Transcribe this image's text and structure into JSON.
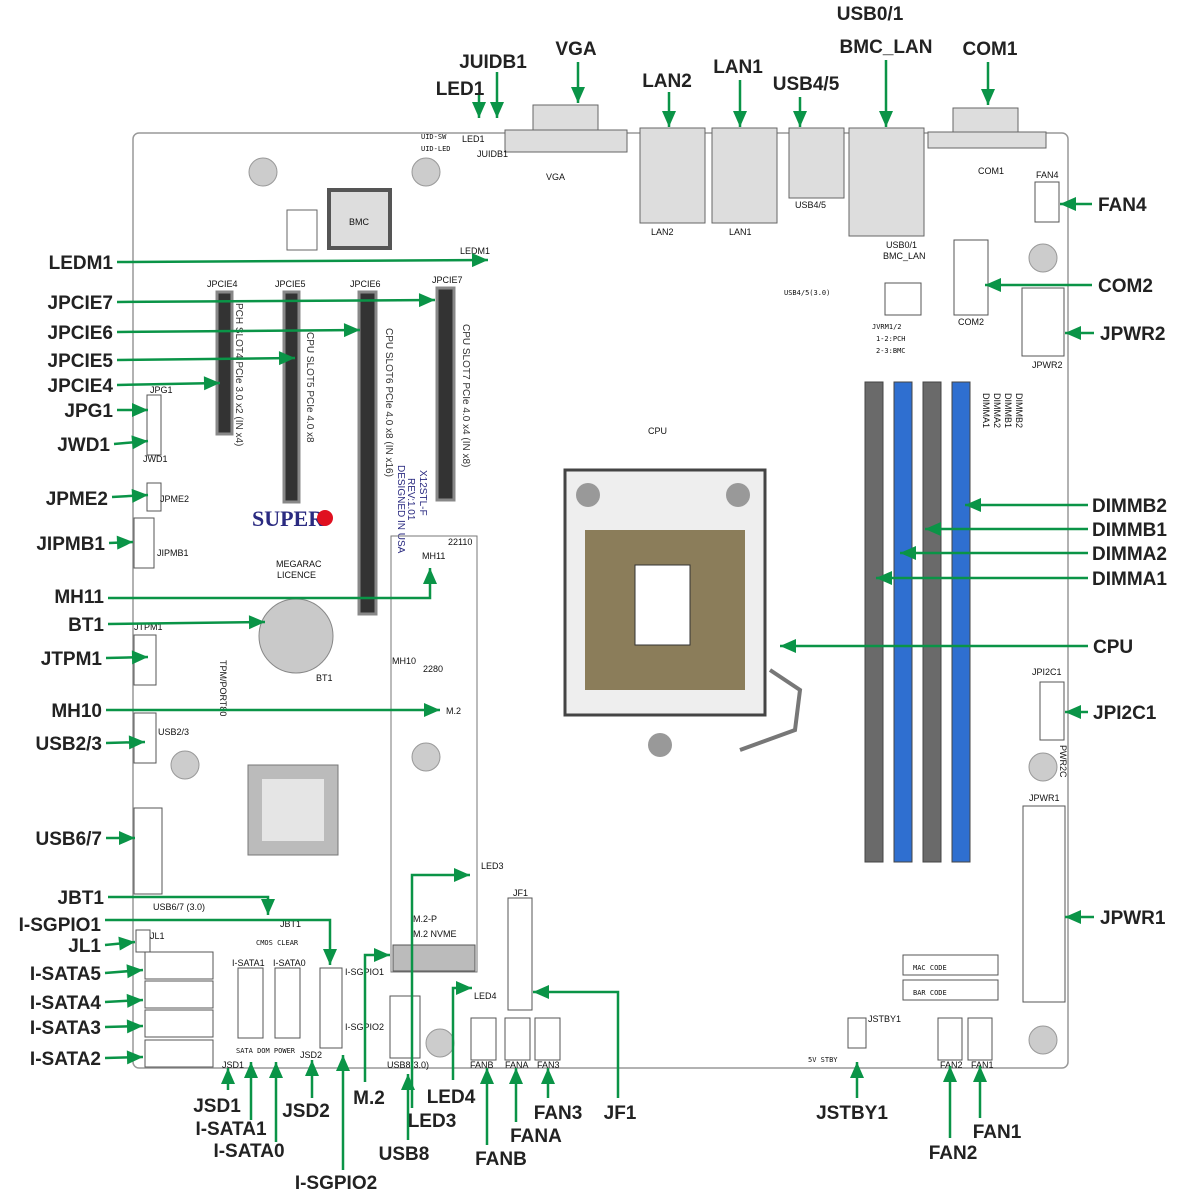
{
  "colors": {
    "arrow": "#0a9447",
    "dimm_blue": "#2f6fd0",
    "dimm_gray": "#6a6a6a",
    "brand_red": "#e01020",
    "brand_navy": "#2a2a80",
    "fc_purple": "#8a2be2"
  },
  "callouts": [
    {
      "label": "LEDM1"
    },
    {
      "label": "JPCIE7"
    },
    {
      "label": "JPCIE6"
    },
    {
      "label": "JPCIE5"
    },
    {
      "label": "JPCIE4"
    },
    {
      "label": "JPG1"
    },
    {
      "label": "JWD1"
    },
    {
      "label": "JPME2"
    },
    {
      "label": "JIPMB1"
    },
    {
      "label": "MH11"
    },
    {
      "label": "BT1"
    },
    {
      "label": "JTPM1"
    },
    {
      "label": "MH10"
    },
    {
      "label": "USB2/3"
    },
    {
      "label": "USB6/7"
    },
    {
      "label": "JBT1"
    },
    {
      "label": "I-SGPIO1"
    },
    {
      "label": "JL1"
    },
    {
      "label": "I-SATA5"
    },
    {
      "label": "I-SATA4"
    },
    {
      "label": "I-SATA3"
    },
    {
      "label": "I-SATA2"
    },
    {
      "label": "JSD1"
    },
    {
      "label": "I-SATA1"
    },
    {
      "label": "I-SATA0"
    },
    {
      "label": "JSD2"
    },
    {
      "label": "I-SGPIO2"
    },
    {
      "label": "M.2"
    },
    {
      "label": "LED3"
    },
    {
      "label": "USB8"
    },
    {
      "label": "LED4"
    },
    {
      "label": "FANB"
    },
    {
      "label": "FANA"
    },
    {
      "label": "FAN3"
    },
    {
      "label": "JF1"
    },
    {
      "label": "JSTBY1"
    },
    {
      "label": "FAN2"
    },
    {
      "label": "FAN1"
    },
    {
      "label": "FAN4"
    },
    {
      "label": "COM2"
    },
    {
      "label": "JPWR2"
    },
    {
      "label": "DIMMB2"
    },
    {
      "label": "DIMMB1"
    },
    {
      "label": "DIMMA2"
    },
    {
      "label": "DIMMA1"
    },
    {
      "label": "CPU"
    },
    {
      "label": "JPI2C1"
    },
    {
      "label": "JPWR1"
    },
    {
      "label": "BMC_LAN"
    },
    {
      "label": "COM1"
    },
    {
      "label": "VGA"
    },
    {
      "label": "JUIDB1"
    },
    {
      "label": "LED1"
    },
    {
      "label": "LAN2"
    },
    {
      "label": "LAN1"
    },
    {
      "label": "USB4/5"
    },
    {
      "label": "USB0/1"
    }
  ],
  "board_labels": [
    "UID-SW",
    "UID-LED",
    "LED1",
    "JUIDB1",
    "VGA",
    "LAN2",
    "LAN1",
    "USB4/5",
    "USB0/1",
    "BMC_LAN",
    "COM1",
    "FAN4",
    "BMC",
    "LEDM1",
    "JPCIE4",
    "JPCIE5",
    "JPCIE6",
    "JPCIE7",
    "USB4/5(3.0)",
    "JVRM1/2",
    "1-2:PCH",
    "2-3:BMC",
    "COM2",
    "JPWR2",
    "CPU",
    "JPG1",
    "JWD1",
    "JPME2",
    "JIPMB1",
    "22110",
    "MH11",
    "MEGARAC",
    "LICENCE",
    "JTPM1",
    "TPM/PORT80",
    "BT1",
    "MH10",
    "2280",
    "M.2",
    "USB2/3",
    "JPI2C1",
    "JPWR1",
    "LED3",
    "USB6/7 (3.0)",
    "JBT1",
    "CMOS CLEAR",
    "JL1",
    "I-SATA1",
    "I-SATA0",
    "I-SGPIO1",
    "I-SGPIO2",
    "M.2-P",
    "M.2 NVME",
    "JF1",
    "LED4",
    "JSD1",
    "JSD2",
    "SATA DOM POWER",
    "USB8(3.0)",
    "FANB",
    "FANA",
    "FAN3",
    "5V STBY",
    "JSTBY1",
    "FAN2",
    "FAN1",
    "MAC CODE",
    "BAR CODE",
    "DIMMB2",
    "DIMMB1",
    "DIMMA2",
    "DIMMA1",
    "JPCIE4",
    "PWR2C"
  ],
  "slots": {
    "slot4": "PCH SLOT4 PCIe 3.0 x2 (IN x4)",
    "slot5": "CPU SLOT5 PCIe 4.0 x8",
    "slot6": "CPU SLOT6 PCIe 4.0 x8 (IN x16)",
    "slot7": "CPU SLOT7 PCIe 4.0 x4 (IN x8)"
  },
  "board_model": {
    "name": "X12STL-F",
    "rev": "REV:1.01",
    "origin": "DESIGNED IN USA"
  },
  "brand": {
    "logo": "SUPER"
  }
}
